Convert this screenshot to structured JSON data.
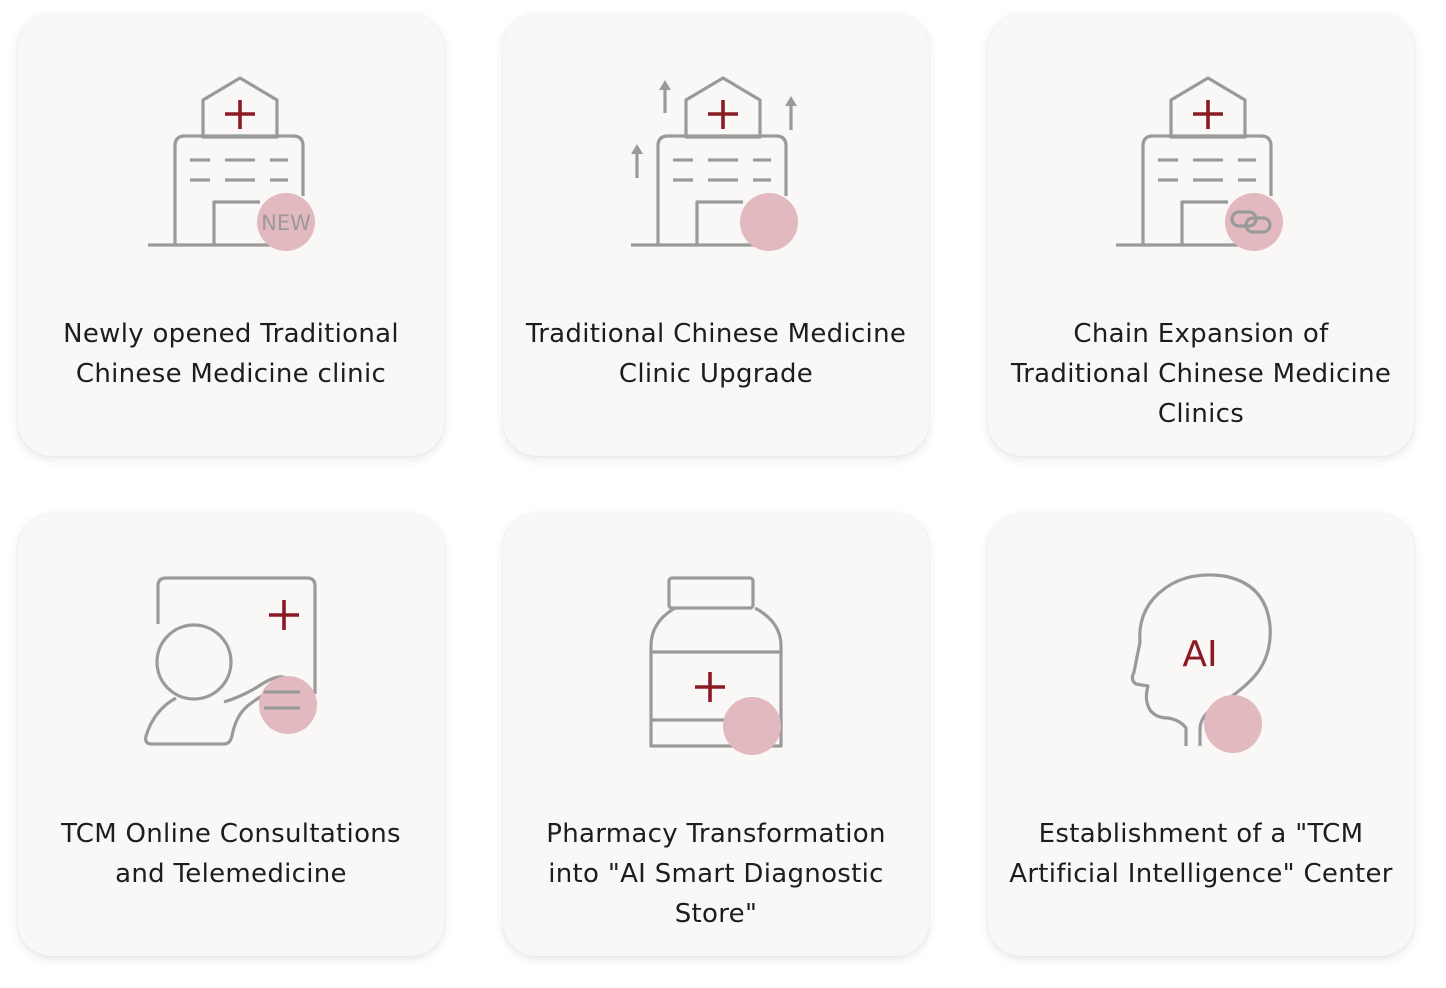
{
  "cards": [
    {
      "title": "Newly opened Traditional Chinese Medicine clinic",
      "icon": "new-clinic-icon",
      "badge": "NEW"
    },
    {
      "title": "Traditional Chinese Medicine Clinic Upgrade",
      "icon": "clinic-upgrade-icon"
    },
    {
      "title": "Chain Expansion of Traditional Chinese Medicine Clinics",
      "icon": "clinic-chain-icon"
    },
    {
      "title": "TCM Online Consultations and Telemedicine",
      "icon": "telemedicine-icon"
    },
    {
      "title": "Pharmacy Transformation into \"AI Smart Diagnostic Store\"",
      "icon": "medicine-bottle-icon"
    },
    {
      "title": "Establishment of a \"TCM Artificial Intelligence\" Center",
      "icon": "ai-head-icon",
      "badge": "AI"
    }
  ],
  "colors": {
    "accent": "#8b1a24",
    "highlight": "#e2b9bf",
    "line": "#9a9a9a",
    "card": "#f9f8f7"
  }
}
